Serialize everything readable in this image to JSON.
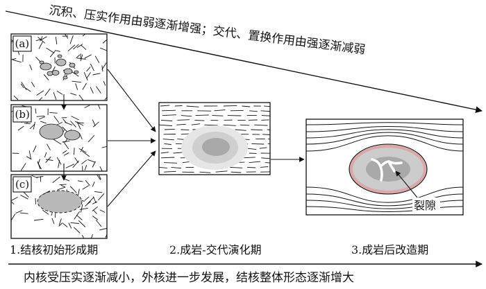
{
  "top_caption": "沉积、压实作用由弱逐渐增强；交代、置换作用由强逐渐减弱",
  "bottom_caption": "内核受压实逐渐减小，外核进一步发展，结核整体形态逐渐增大",
  "panels": [
    {
      "label": "(a)"
    },
    {
      "label": "(b)"
    },
    {
      "label": "(c)"
    }
  ],
  "stages": [
    {
      "label": "1.结核初始形成期"
    },
    {
      "label": "2.成岩-交代演化期"
    },
    {
      "label": "3.成岩后改造期"
    }
  ],
  "crack_label": "裂隙",
  "colors": {
    "line": "#111111",
    "grain": "#b9b9b9",
    "outer_halo": "#e6e6e6",
    "middle_halo": "#cfcfcf",
    "inner_core": "#a9a9a9",
    "pink_rim": "#d9a9a9"
  }
}
